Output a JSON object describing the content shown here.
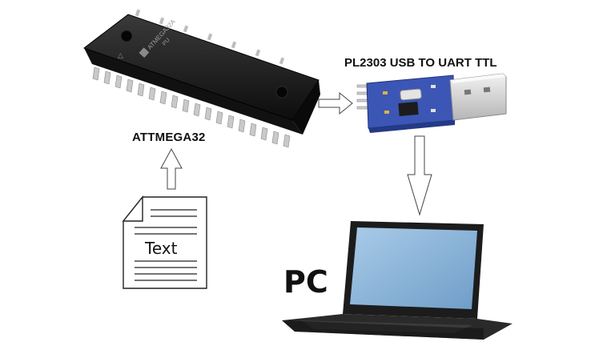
{
  "diagram": {
    "mcu_label": "ATTMEGA32",
    "chip_marking_line1": "ATMEGA32A",
    "chip_marking_line2": "PU",
    "usb_label": "PL2303 USB TO UART TTL",
    "pc_label": "PC",
    "document_label": "Text"
  },
  "colors": {
    "chip_body": "#1a1a1a",
    "pins": "#c8c8c8",
    "pcb": "#3b56b5",
    "screen": "#8fb6d9",
    "laptop": "#1c1c1c"
  },
  "icons": [
    "microcontroller-chip-icon",
    "usb-uart-adapter-icon",
    "laptop-icon",
    "text-document-icon",
    "arrow-icon"
  ]
}
